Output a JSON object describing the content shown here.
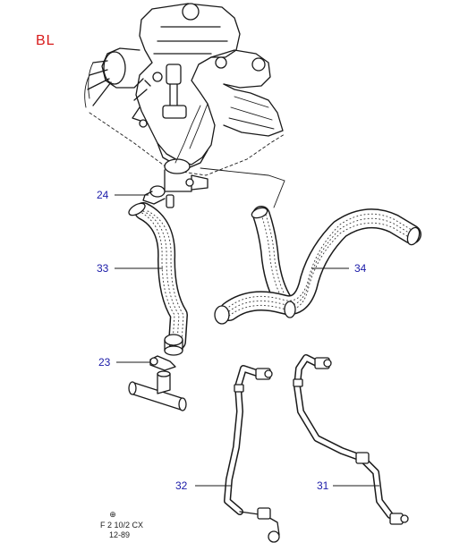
{
  "diagram": {
    "code": "BL",
    "footer": {
      "symbol": "⊕",
      "ref": "F 2 10/2 CX",
      "date": "12-89"
    },
    "callouts": [
      {
        "id": "24",
        "label": "24"
      },
      {
        "id": "33",
        "label": "33"
      },
      {
        "id": "34",
        "label": "34"
      },
      {
        "id": "23",
        "label": "23"
      },
      {
        "id": "32",
        "label": "32"
      },
      {
        "id": "31",
        "label": "31"
      }
    ],
    "colors": {
      "code": "#d81b1b",
      "callout": "#1a1aa8",
      "line": "#1a1a1a"
    }
  }
}
